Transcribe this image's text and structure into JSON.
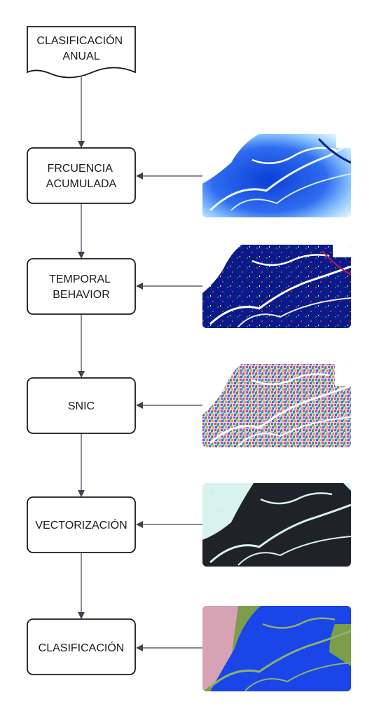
{
  "diagram": {
    "nodes": [
      {
        "id": "clasificacion-anual",
        "shape": "document",
        "lines": [
          "CLASIFICACIÓN",
          "ANUAL"
        ]
      },
      {
        "id": "frecuencia-acumulada",
        "shape": "process",
        "lines": [
          "FRCUENCIA",
          "ACUMULADA"
        ]
      },
      {
        "id": "temporal-behavior",
        "shape": "process",
        "lines": [
          "TEMPORAL",
          "BEHAVIOR"
        ]
      },
      {
        "id": "snic",
        "shape": "process",
        "lines": [
          "SNIC"
        ]
      },
      {
        "id": "vectorizacion",
        "shape": "process",
        "lines": [
          "VECTORIZACIÓN"
        ]
      },
      {
        "id": "clasificacion",
        "shape": "process",
        "lines": [
          "CLASIFICACIÓN"
        ]
      }
    ],
    "images": [
      {
        "id": "frequency-map",
        "depicts": "satellite raster, white-to-blue frequency gradient over river delta"
      },
      {
        "id": "temporal-map",
        "depicts": "satellite raster, dark navy with multicolor speckle along channels"
      },
      {
        "id": "snic-map",
        "depicts": "multicolor superpixel segmentation over delta"
      },
      {
        "id": "vector-map",
        "depicts": "black vector polygons over pale cyan basemap"
      },
      {
        "id": "classified-map",
        "depicts": "blue classified water over green and pink land"
      }
    ],
    "colors": {
      "stroke": "#1a1a1a",
      "arrow": "#3c4450",
      "map_blue": "#1a45e8",
      "map_navy": "#0b1a8a",
      "map_dark": "#1f2228",
      "map_cyan": "#d8f2ee",
      "map_green": "#7a9e4a",
      "map_pink": "#d7a3b4"
    }
  }
}
